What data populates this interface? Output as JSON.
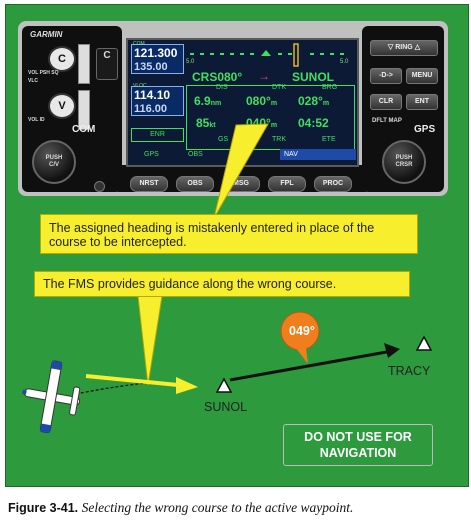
{
  "device": {
    "brand": "GARMIN",
    "com_label": "COM",
    "gps_label": "GPS",
    "left_labels": {
      "vol_psh": "VOL PSH SQ",
      "vlc": "VLC",
      "vol_id": "VOL ID"
    },
    "knob_left": [
      "PUSH",
      "C/V"
    ],
    "knob_right": [
      "PUSH",
      "CRSR"
    ],
    "btn_c": "C",
    "btn_v": "V",
    "right_buttons": {
      "ring": "RING",
      "direct": "-D->",
      "menu": "MENU",
      "clr": "CLR",
      "ent": "ENT",
      "dflt_map": "DFLT MAP"
    },
    "bottom_buttons": [
      "NRST",
      "OBS",
      "MSG",
      "FPL",
      "PROC"
    ]
  },
  "screen": {
    "com_active": "121.300",
    "com_standby": "135.00",
    "nav_active": "114.10",
    "nav_standby": "116.00",
    "com_tag": "COM",
    "vloc_tag": "VLOC",
    "cdi_left": "5.0",
    "cdi_right": "5.0",
    "crs_text": "CRS080°",
    "arrow": "→",
    "waypoint": "SUNOL",
    "headers_top": [
      "DIS",
      "DTK",
      "BRG"
    ],
    "values_top": [
      "6.9",
      "080°",
      "028°"
    ],
    "units_top": [
      "nm",
      "m",
      "m"
    ],
    "headers_bottom": [
      "GS",
      "TRK",
      "ETE"
    ],
    "values_bottom": [
      "85",
      "040°",
      "04:52"
    ],
    "units_bottom": [
      "kt",
      "m",
      ""
    ],
    "enr": "ENR",
    "status_row": [
      "GPS",
      "OBS",
      "NAV"
    ],
    "nav_bar": "NAV"
  },
  "callouts": {
    "top": "The assigned heading is mistakenly entered in place of the course to be intercepted.",
    "bottom": "The FMS provides guidance along the wrong course."
  },
  "map": {
    "heading_bubble": "049°",
    "waypoint_a": "SUNOL",
    "waypoint_b": "TRACY",
    "warning": "DO NOT USE FOR NAVIGATION"
  },
  "caption": {
    "number": "Figure 3-41.",
    "text": "Selecting the wrong course to the active waypoint."
  },
  "colors": {
    "panel_green": "#2e9a3e",
    "callout_yellow": "#f7ef2e",
    "bubble_orange": "#f07e1c",
    "screen_green": "#3fe05f"
  }
}
